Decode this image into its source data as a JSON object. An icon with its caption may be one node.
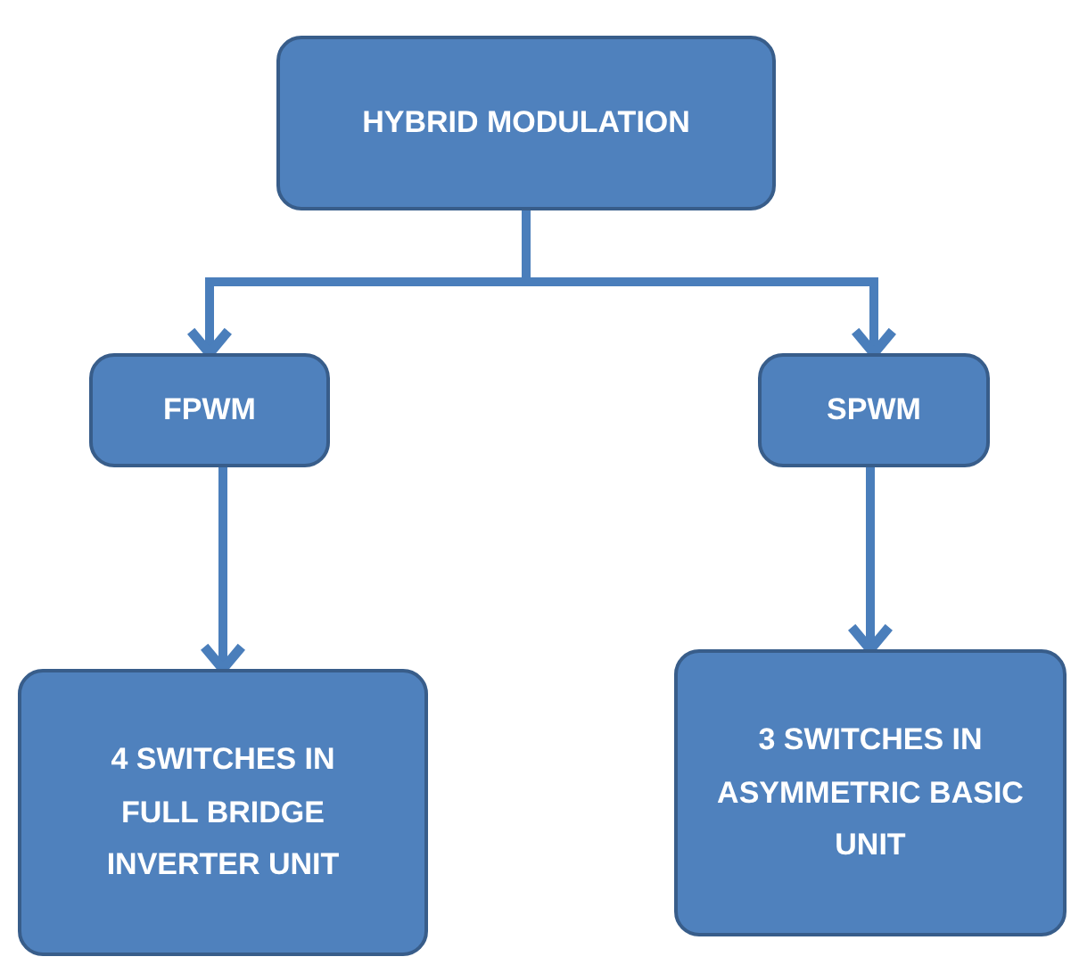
{
  "diagram": {
    "nodes": [
      {
        "text": [
          "HYBRID MODULATION"
        ]
      },
      {
        "text": [
          "FPWM"
        ]
      },
      {
        "text": [
          "SPWM"
        ]
      },
      {
        "text": [
          "4 SWITCHES IN FULL BRIDGE INVERTER UNIT"
        ]
      },
      {
        "text": [
          "3 SWITCHES IN ASYMMETRIC BASIC UNIT"
        ]
      }
    ],
    "edges": [
      {
        "from": 0,
        "to": 1,
        "arrow": "to"
      },
      {
        "from": 0,
        "to": 2,
        "arrow": "to"
      },
      {
        "from": 1,
        "to": 3,
        "arrow": "to"
      },
      {
        "from": 2,
        "to": 4,
        "arrow": "to"
      }
    ]
  }
}
